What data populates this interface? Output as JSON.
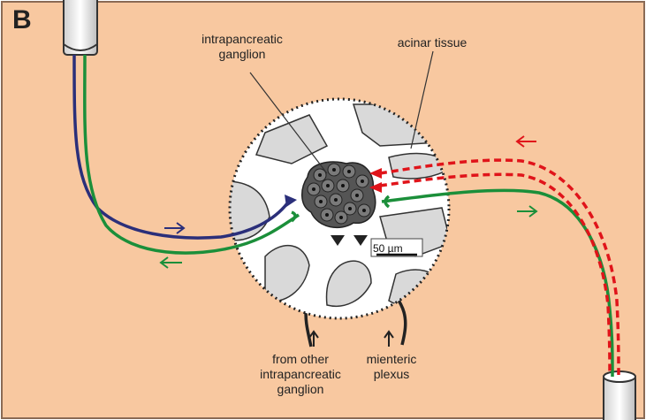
{
  "panel_letter": "B",
  "labels": {
    "ganglion_line1": "intrapancreatic",
    "ganglion_line2": "ganglion",
    "acinar": "acinar tissue",
    "scale": "50 µm",
    "from_other_line1": "from other",
    "from_other_line2": "intrapancreatic",
    "from_other_line3": "ganglion",
    "mienteric_line1": "mienteric",
    "mienteric_line2": "plexus"
  },
  "colors": {
    "background": "#f8c8a0",
    "circle_fill": "#ffffff",
    "acinar_fill": "#d9d9d9",
    "ganglion_fill": "#555555",
    "blue_fiber": "#2b2f7a",
    "green_fiber": "#1b8f3a",
    "red_fiber": "#e0141a",
    "black_fiber": "#222222"
  }
}
